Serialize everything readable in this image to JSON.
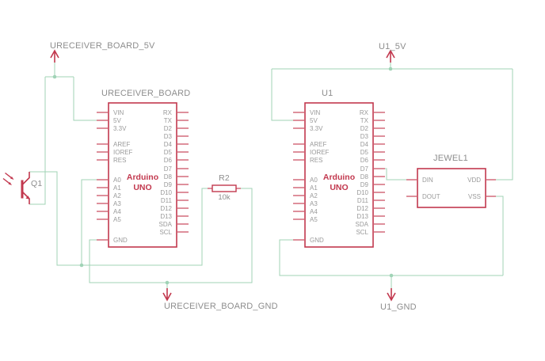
{
  "page": {
    "background": "#ffffff"
  },
  "colors": {
    "wire_green": "#a0d3b6",
    "component_red": "#c2384e",
    "stub_red": "#cf6072",
    "label_gray": "#8d8d8d",
    "pin_gray": "#9a9a9a"
  },
  "power_flags": {
    "ureceiver_5v": "URECEIVER_BOARD_5V",
    "ureceiver_gnd": "URECEIVER_BOARD_GND",
    "u1_5v": "U1_5V",
    "u1_gnd": "U1_GND"
  },
  "components": {
    "ureceiver": {
      "ref": "URECEIVER_BOARD",
      "part_line1": "Arduino",
      "part_line2": "UNO",
      "left_pins": [
        "VIN",
        "5V",
        "3.3V",
        "AREF",
        "IOREF",
        "RES",
        "A0",
        "A1",
        "A2",
        "A3",
        "A4",
        "A5",
        "GND"
      ],
      "right_pins": [
        "RX",
        "TX",
        "D2",
        "D3",
        "D4",
        "D5",
        "D6",
        "D7",
        "D8",
        "D9",
        "D10",
        "D11",
        "D12",
        "D13",
        "SDA",
        "SCL"
      ]
    },
    "u1": {
      "ref": "U1",
      "part_line1": "Arduino",
      "part_line2": "UNO",
      "left_pins": [
        "VIN",
        "5V",
        "3.3V",
        "AREF",
        "IOREF",
        "RES",
        "A0",
        "A1",
        "A2",
        "A3",
        "A4",
        "A5",
        "GND"
      ],
      "right_pins": [
        "RX",
        "TX",
        "D2",
        "D3",
        "D4",
        "D5",
        "D6",
        "D7",
        "D8",
        "D9",
        "D10",
        "D11",
        "D12",
        "D13",
        "SDA",
        "SCL"
      ]
    },
    "jewel1": {
      "ref": "JEWEL1",
      "left_pins": [
        "DIN",
        "DOUT"
      ],
      "right_pins": [
        "VDD",
        "VSS"
      ]
    },
    "r2": {
      "ref": "R2",
      "value": "10k"
    },
    "q1": {
      "ref": "Q1"
    }
  }
}
